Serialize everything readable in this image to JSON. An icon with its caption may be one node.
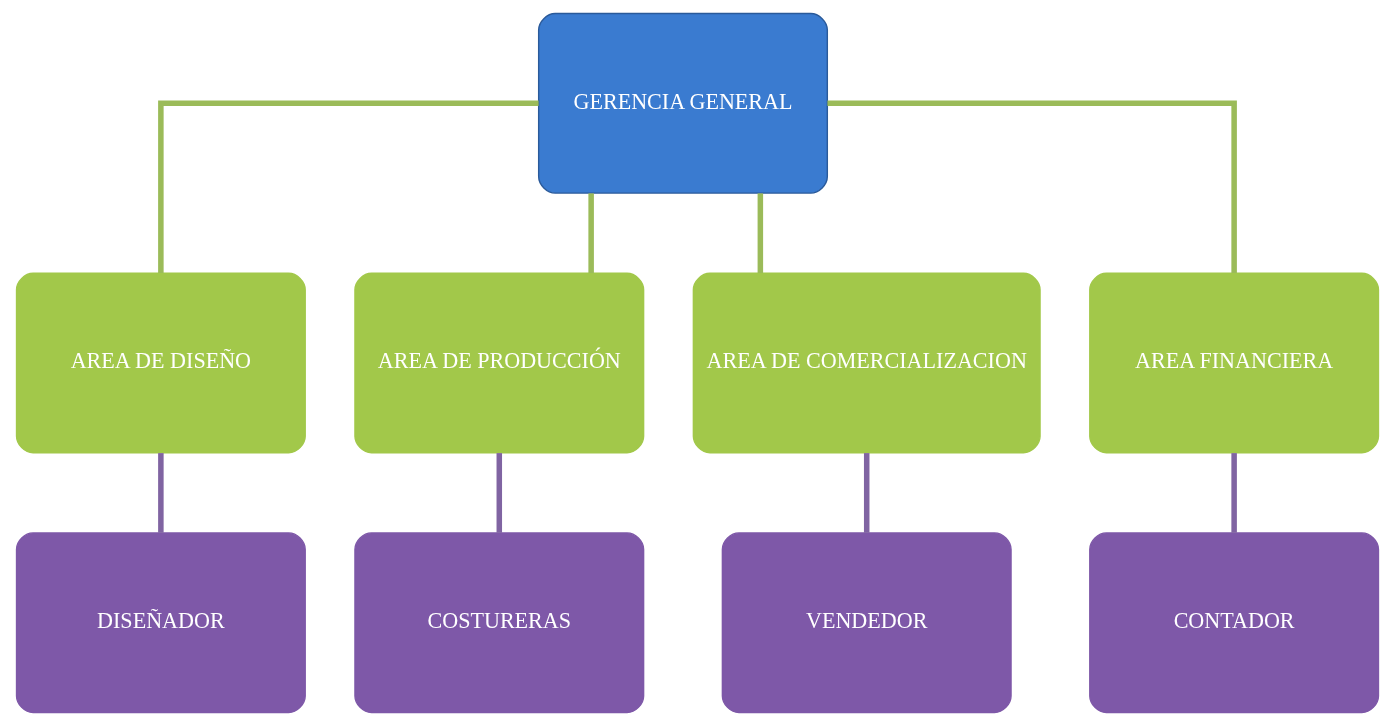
{
  "diagram": {
    "nodes": [
      {
        "text": [
          "GERENCIA GENERAL"
        ]
      },
      {
        "text": [
          "AREA DE DISEÑO"
        ]
      },
      {
        "text": [
          "AREA DE PRODUCCIÓN"
        ]
      },
      {
        "text": [
          "AREA DE COMERCIALIZACION"
        ]
      },
      {
        "text": [
          "AREA FINANCIERA"
        ]
      },
      {
        "text": [
          "DISEÑADOR"
        ]
      },
      {
        "text": [
          "COSTURERAS"
        ]
      },
      {
        "text": [
          "VENDEDOR"
        ]
      },
      {
        "text": [
          "CONTADOR"
        ]
      }
    ],
    "edges": [
      {
        "from": 0,
        "to": 1,
        "arrow": "none",
        "color": "#9bbb59"
      },
      {
        "from": 0,
        "to": 2,
        "arrow": "none",
        "color": "#9bbb59"
      },
      {
        "from": 0,
        "to": 3,
        "arrow": "none",
        "color": "#9bbb59"
      },
      {
        "from": 0,
        "to": 4,
        "arrow": "none",
        "color": "#9bbb59"
      },
      {
        "from": 1,
        "to": 5,
        "arrow": "none",
        "color": "#8064a2"
      },
      {
        "from": 2,
        "to": 6,
        "arrow": "none",
        "color": "#8064a2"
      },
      {
        "from": 3,
        "to": 7,
        "arrow": "none",
        "color": "#8064a2"
      },
      {
        "from": 4,
        "to": 8,
        "arrow": "none",
        "color": "#8064a2"
      }
    ]
  }
}
